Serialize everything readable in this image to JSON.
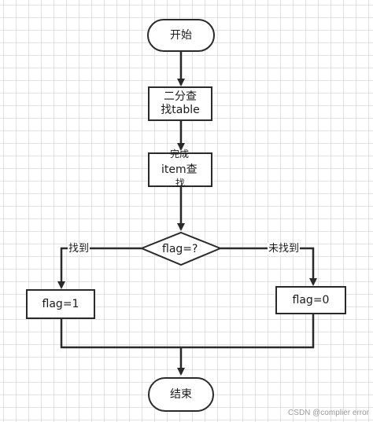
{
  "diagram": {
    "nodes": {
      "start": "开始",
      "binary_search_line1": "二分查",
      "binary_search_line2": "找table",
      "item_search_line1": "完成",
      "item_search_line2": "item查",
      "item_search_line3": "找",
      "decision": "flag=?",
      "flag_one": "flag=1",
      "flag_zero": "flag=0",
      "end": "结束"
    },
    "edge_labels": {
      "found": "找到",
      "not_found": "未找到"
    }
  },
  "watermark": "CSDN @complier error"
}
